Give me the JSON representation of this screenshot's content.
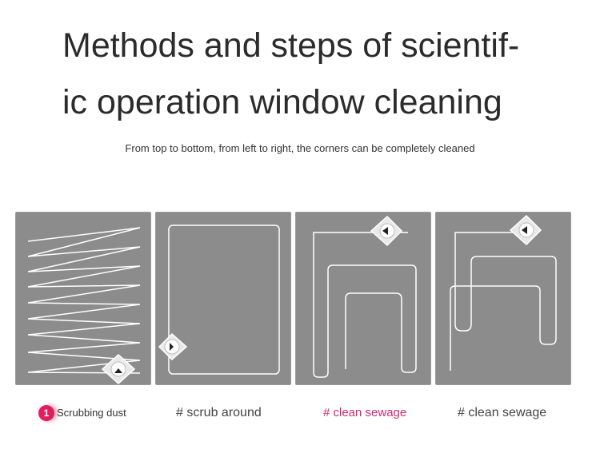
{
  "header": {
    "title_line1": "Methods and steps of scientif-",
    "title_line2": "ic operation window cleaning",
    "subtitle": "From top to bottom, from left to right, the corners can be completely cleaned"
  },
  "steps": [
    {
      "number": "1",
      "label": "Scrubbing dust"
    },
    {
      "label": "# scrub around"
    },
    {
      "label": "# clean sewage"
    },
    {
      "label": "# clean sewage"
    }
  ],
  "colors": {
    "panel_bg": "#8c8c8c",
    "path_line": "#ffffff",
    "accent": "#d2296a",
    "badge": "#e0205c"
  },
  "icons": [
    "window-cleaner-icon"
  ]
}
